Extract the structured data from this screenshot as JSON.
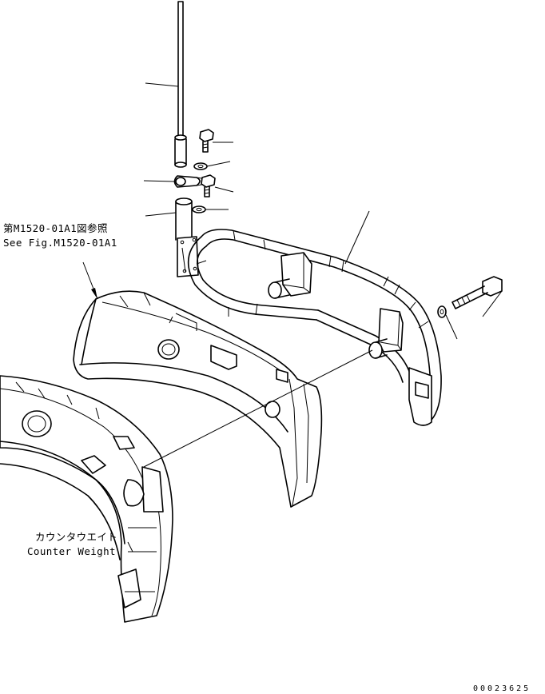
{
  "labels": {
    "ref_jp": "第M1520-01A1図参照",
    "ref_en": "See Fig.M1520-01A1",
    "cw_jp": "カウンタウエイト",
    "cw_en": "Counter Weight"
  },
  "footer": {
    "drawing_number": "00023625"
  }
}
